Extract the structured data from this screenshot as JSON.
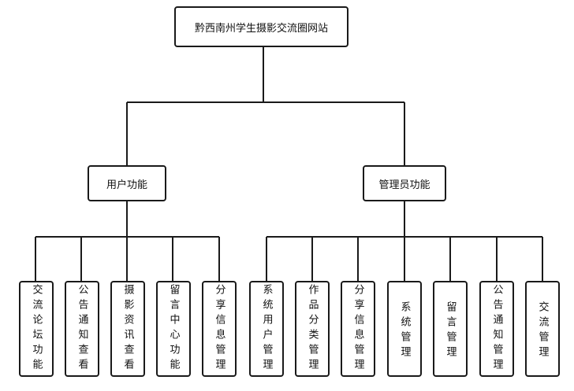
{
  "diagram": {
    "root": {
      "label": "黔西南州学生摄影交流圈网站"
    },
    "user": {
      "label": "用户功能",
      "items": [
        {
          "label": "交流论坛功能"
        },
        {
          "label": "公告通知查看"
        },
        {
          "label": "摄影资讯查看"
        },
        {
          "label": "留言中心功能"
        },
        {
          "label": "分享信息管理"
        }
      ]
    },
    "admin": {
      "label": "管理员功能",
      "items": [
        {
          "label": "系统用户管理"
        },
        {
          "label": "作品分类管理"
        },
        {
          "label": "分享信息管理"
        },
        {
          "label": "系统管理"
        },
        {
          "label": "留言管理"
        },
        {
          "label": "公告通知管理"
        },
        {
          "label": "交流管理"
        }
      ]
    },
    "colors": {
      "line": "#1a1a1a",
      "box_border": "#1a1a1a",
      "background": "#ffffff"
    }
  }
}
